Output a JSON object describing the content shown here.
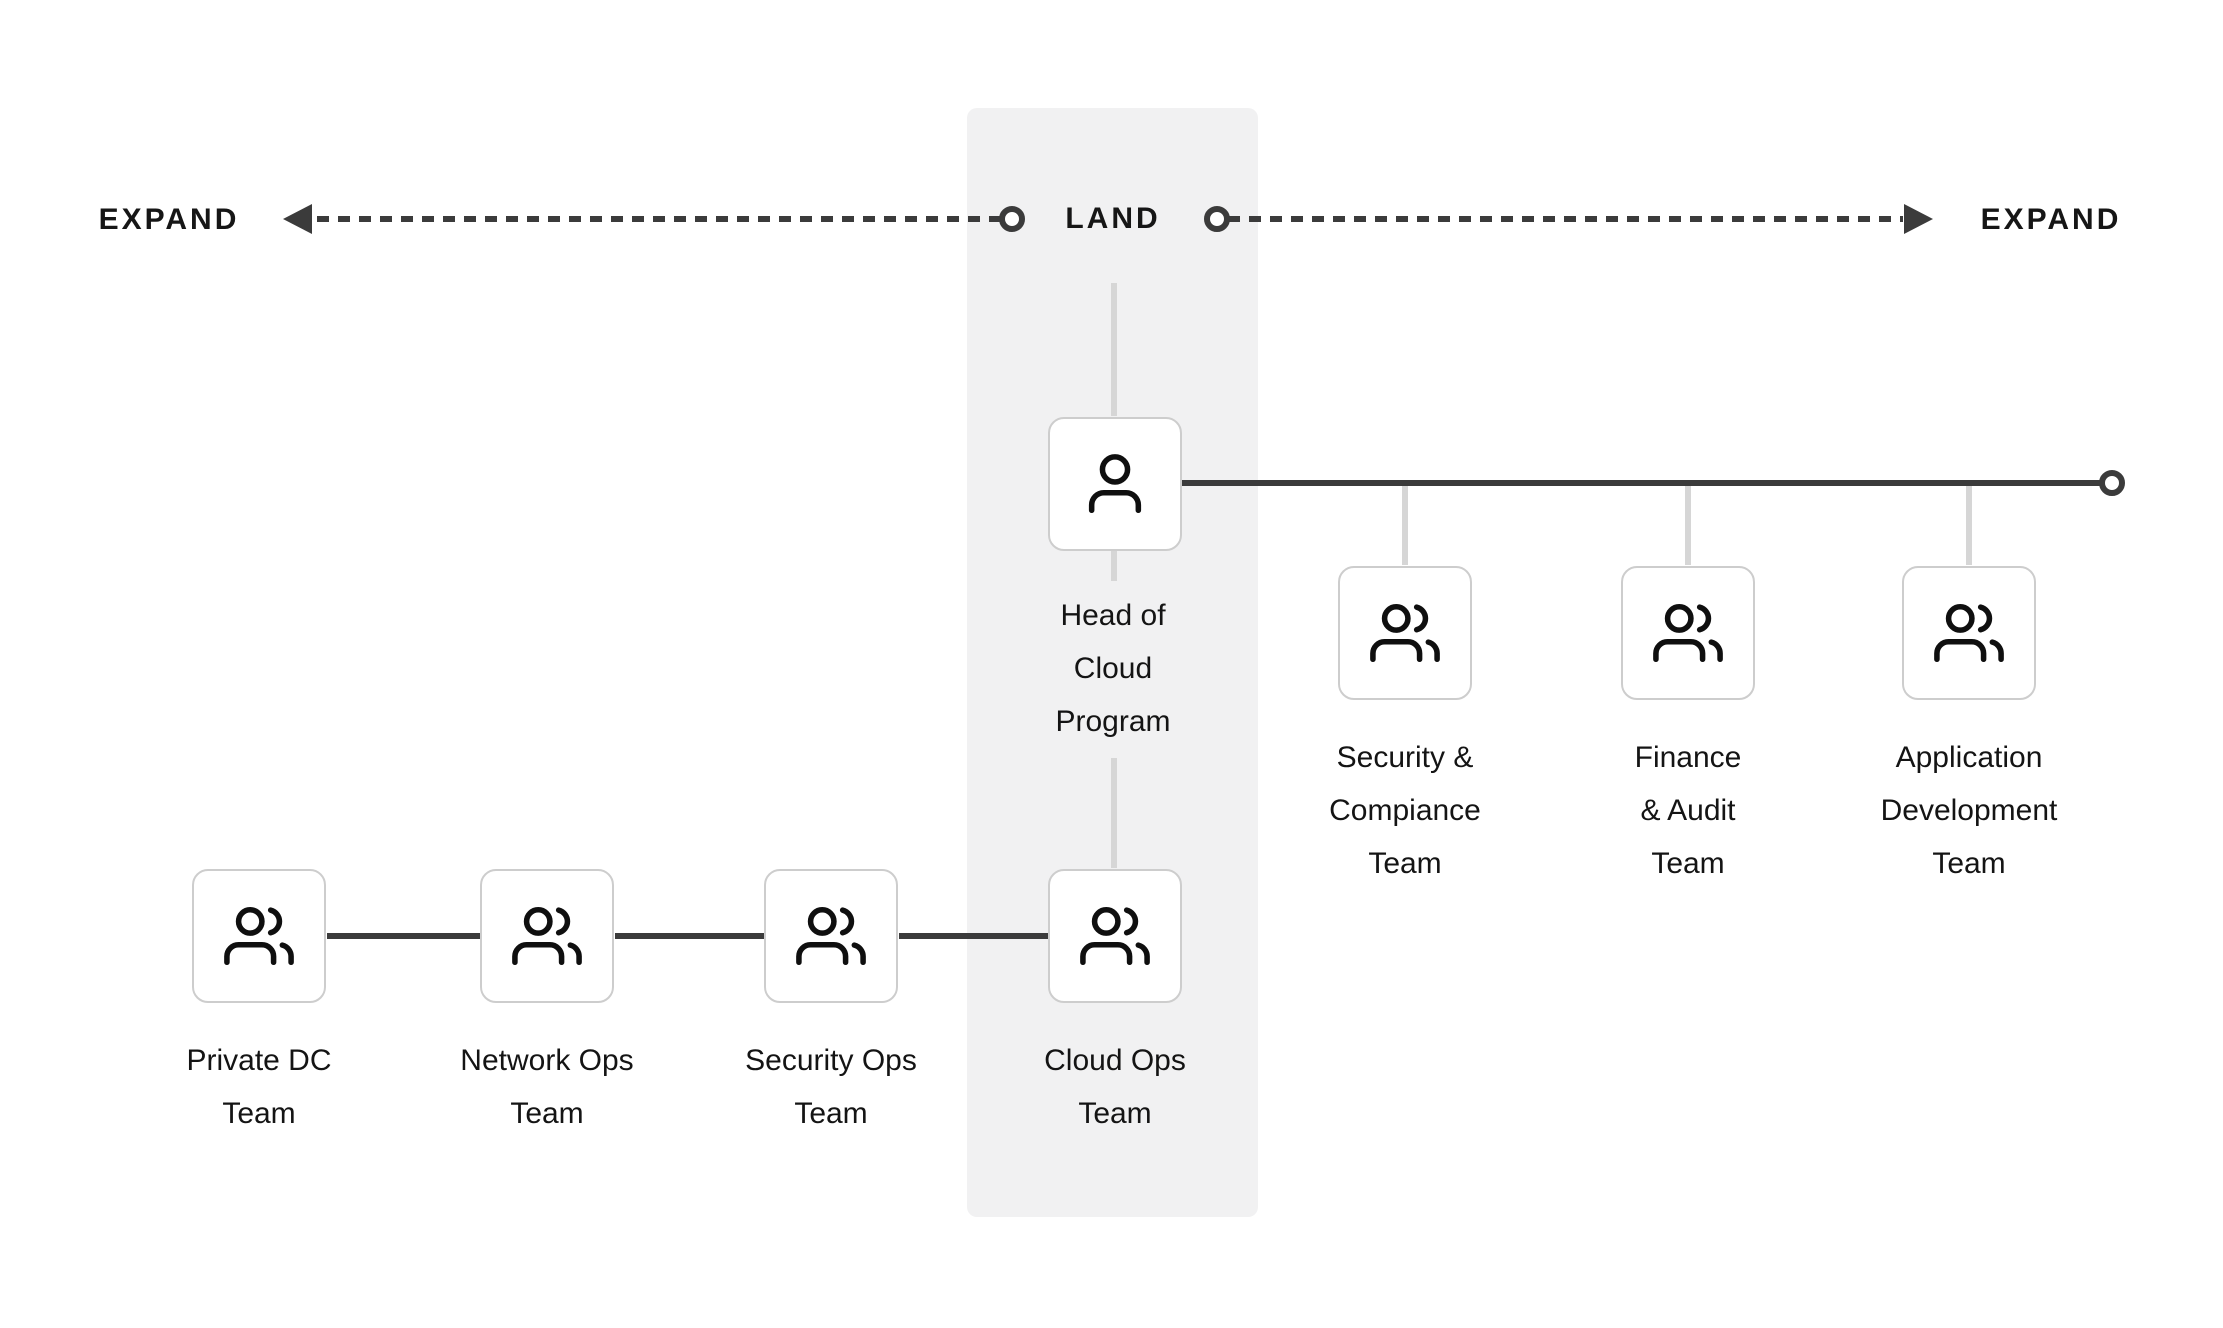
{
  "axis": {
    "left_label": "EXPAND",
    "center_label": "LAND",
    "right_label": "EXPAND"
  },
  "colors": {
    "background": "#ffffff",
    "land_band": "#f1f1f2",
    "dark_line": "#3b3b3b",
    "light_line": "#d6d6d6",
    "box_border": "#cdcdcd",
    "text": "#141414",
    "icon_stroke": "#0f0f0f"
  },
  "nodes": {
    "head": {
      "label": "Head of\nCloud\nProgram",
      "icon": "user-icon"
    },
    "right_teams": [
      {
        "label": "Security &\nCompiance\nTeam",
        "icon": "users-icon"
      },
      {
        "label": "Finance\n& Audit\nTeam",
        "icon": "users-icon"
      },
      {
        "label": "Application\nDevelopment\nTeam",
        "icon": "users-icon"
      }
    ],
    "land_teams": [
      {
        "label": "Private DC\nTeam",
        "icon": "users-icon"
      },
      {
        "label": "Network Ops\nTeam",
        "icon": "users-icon"
      },
      {
        "label": "Security Ops\nTeam",
        "icon": "users-icon"
      },
      {
        "label": "Cloud Ops\nTeam",
        "icon": "users-icon"
      }
    ]
  }
}
